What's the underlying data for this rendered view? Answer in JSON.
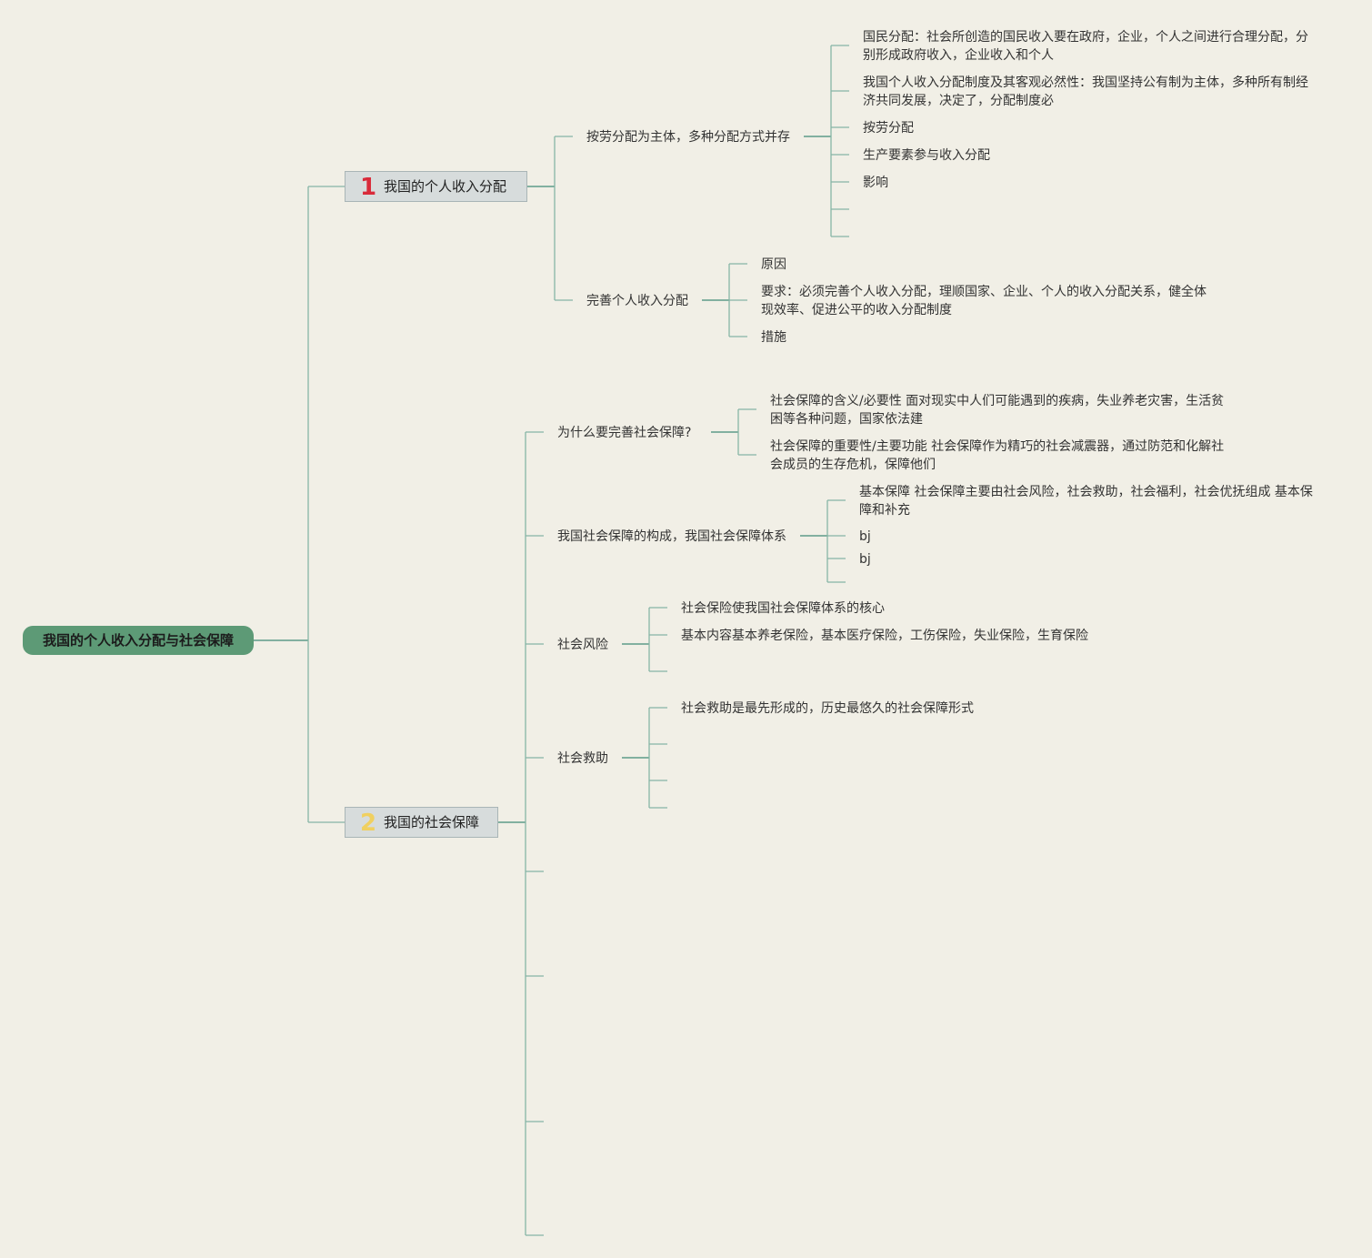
{
  "root": {
    "label": "我国的个人收入分配与社会保障"
  },
  "branch1": {
    "badge": "1",
    "label": "我国的个人收入分配",
    "topic1": {
      "label": "按劳分配为主体，多种分配方式并存",
      "items": [
        "国民分配：社会所创造的国民收入要在政府，企业，个人之间进行合理分配，分别形成政府收入，企业收入和个人",
        "我国个人收入分配制度及其客观必然性：我国坚持公有制为主体，多种所有制经济共同发展，决定了，分配制度必",
        "按劳分配",
        "生产要素参与收入分配",
        "影响"
      ]
    },
    "topic2": {
      "label": "完善个人收入分配",
      "items": [
        "原因",
        "要求：必须完善个人收入分配，理顺国家、企业、个人的收入分配关系，健全体现效率、促进公平的收入分配制度",
        "措施"
      ]
    }
  },
  "branch2": {
    "badge": "2",
    "label": "我国的社会保障",
    "topic1": {
      "label": "为什么要完善社会保障?",
      "items": [
        "社会保障的含义/必要性 面对现实中人们可能遇到的疾病，失业养老灾害，生活贫困等各种问题，国家依法建",
        "社会保障的重要性/主要功能 社会保障作为精巧的社会减震器，通过防范和化解社会成员的生存危机，保障他们"
      ]
    },
    "topic2": {
      "label": "我国社会保障的构成，我国社会保障体系",
      "items": [
        "基本保障 社会保障主要由社会风险，社会救助，社会福利，社会优抚组成 基本保障和补充",
        "bj",
        "bj"
      ]
    },
    "topic3": {
      "label": "社会风险",
      "items": [
        "社会保险使我国社会保障体系的核心",
        "基本内容基本养老保险，基本医疗保险，工伤保险，失业保险，生育保险"
      ]
    },
    "topic4": {
      "label": "社会救助",
      "items": [
        "社会救助是最先形成的，历史最悠久的社会保障形式"
      ]
    }
  }
}
